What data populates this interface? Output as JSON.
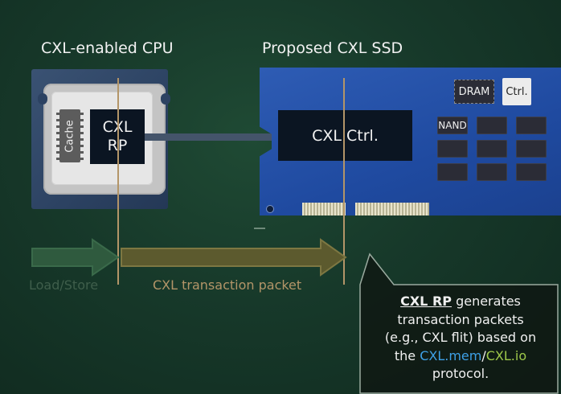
{
  "labels": {
    "cpu_title": "CXL-enabled CPU",
    "ssd_title": "Proposed CXL SSD",
    "cache": "Cache",
    "cxl_rp": "CXL\nRP",
    "cxl_ctrl": "CXL Ctrl.",
    "dram": "DRAM",
    "ctrl_small": "Ctrl.",
    "nand": "NAND",
    "load_store": "Load/Store",
    "transaction_packet": "CXL transaction packet"
  },
  "callout": {
    "rp_term": "CXL RP",
    "line1_rest": " generates",
    "line2": "transaction packets",
    "line3": "(e.g., CXL flit) based on",
    "line4_prefix": "the ",
    "mem": "CXL.mem",
    "slash": "/",
    "io": "CXL.io",
    "line5": "protocol."
  },
  "colors": {
    "background": "#17392a",
    "vertical_line": "#b39568",
    "packet_arrow": "#5c5a2e",
    "load_store_arrow": "#2f5a3e",
    "mem_link": "#3ea0e6",
    "io_link": "#9ec84a",
    "ssd_board": "#2553a8",
    "chip_dark": "#0b1522"
  }
}
